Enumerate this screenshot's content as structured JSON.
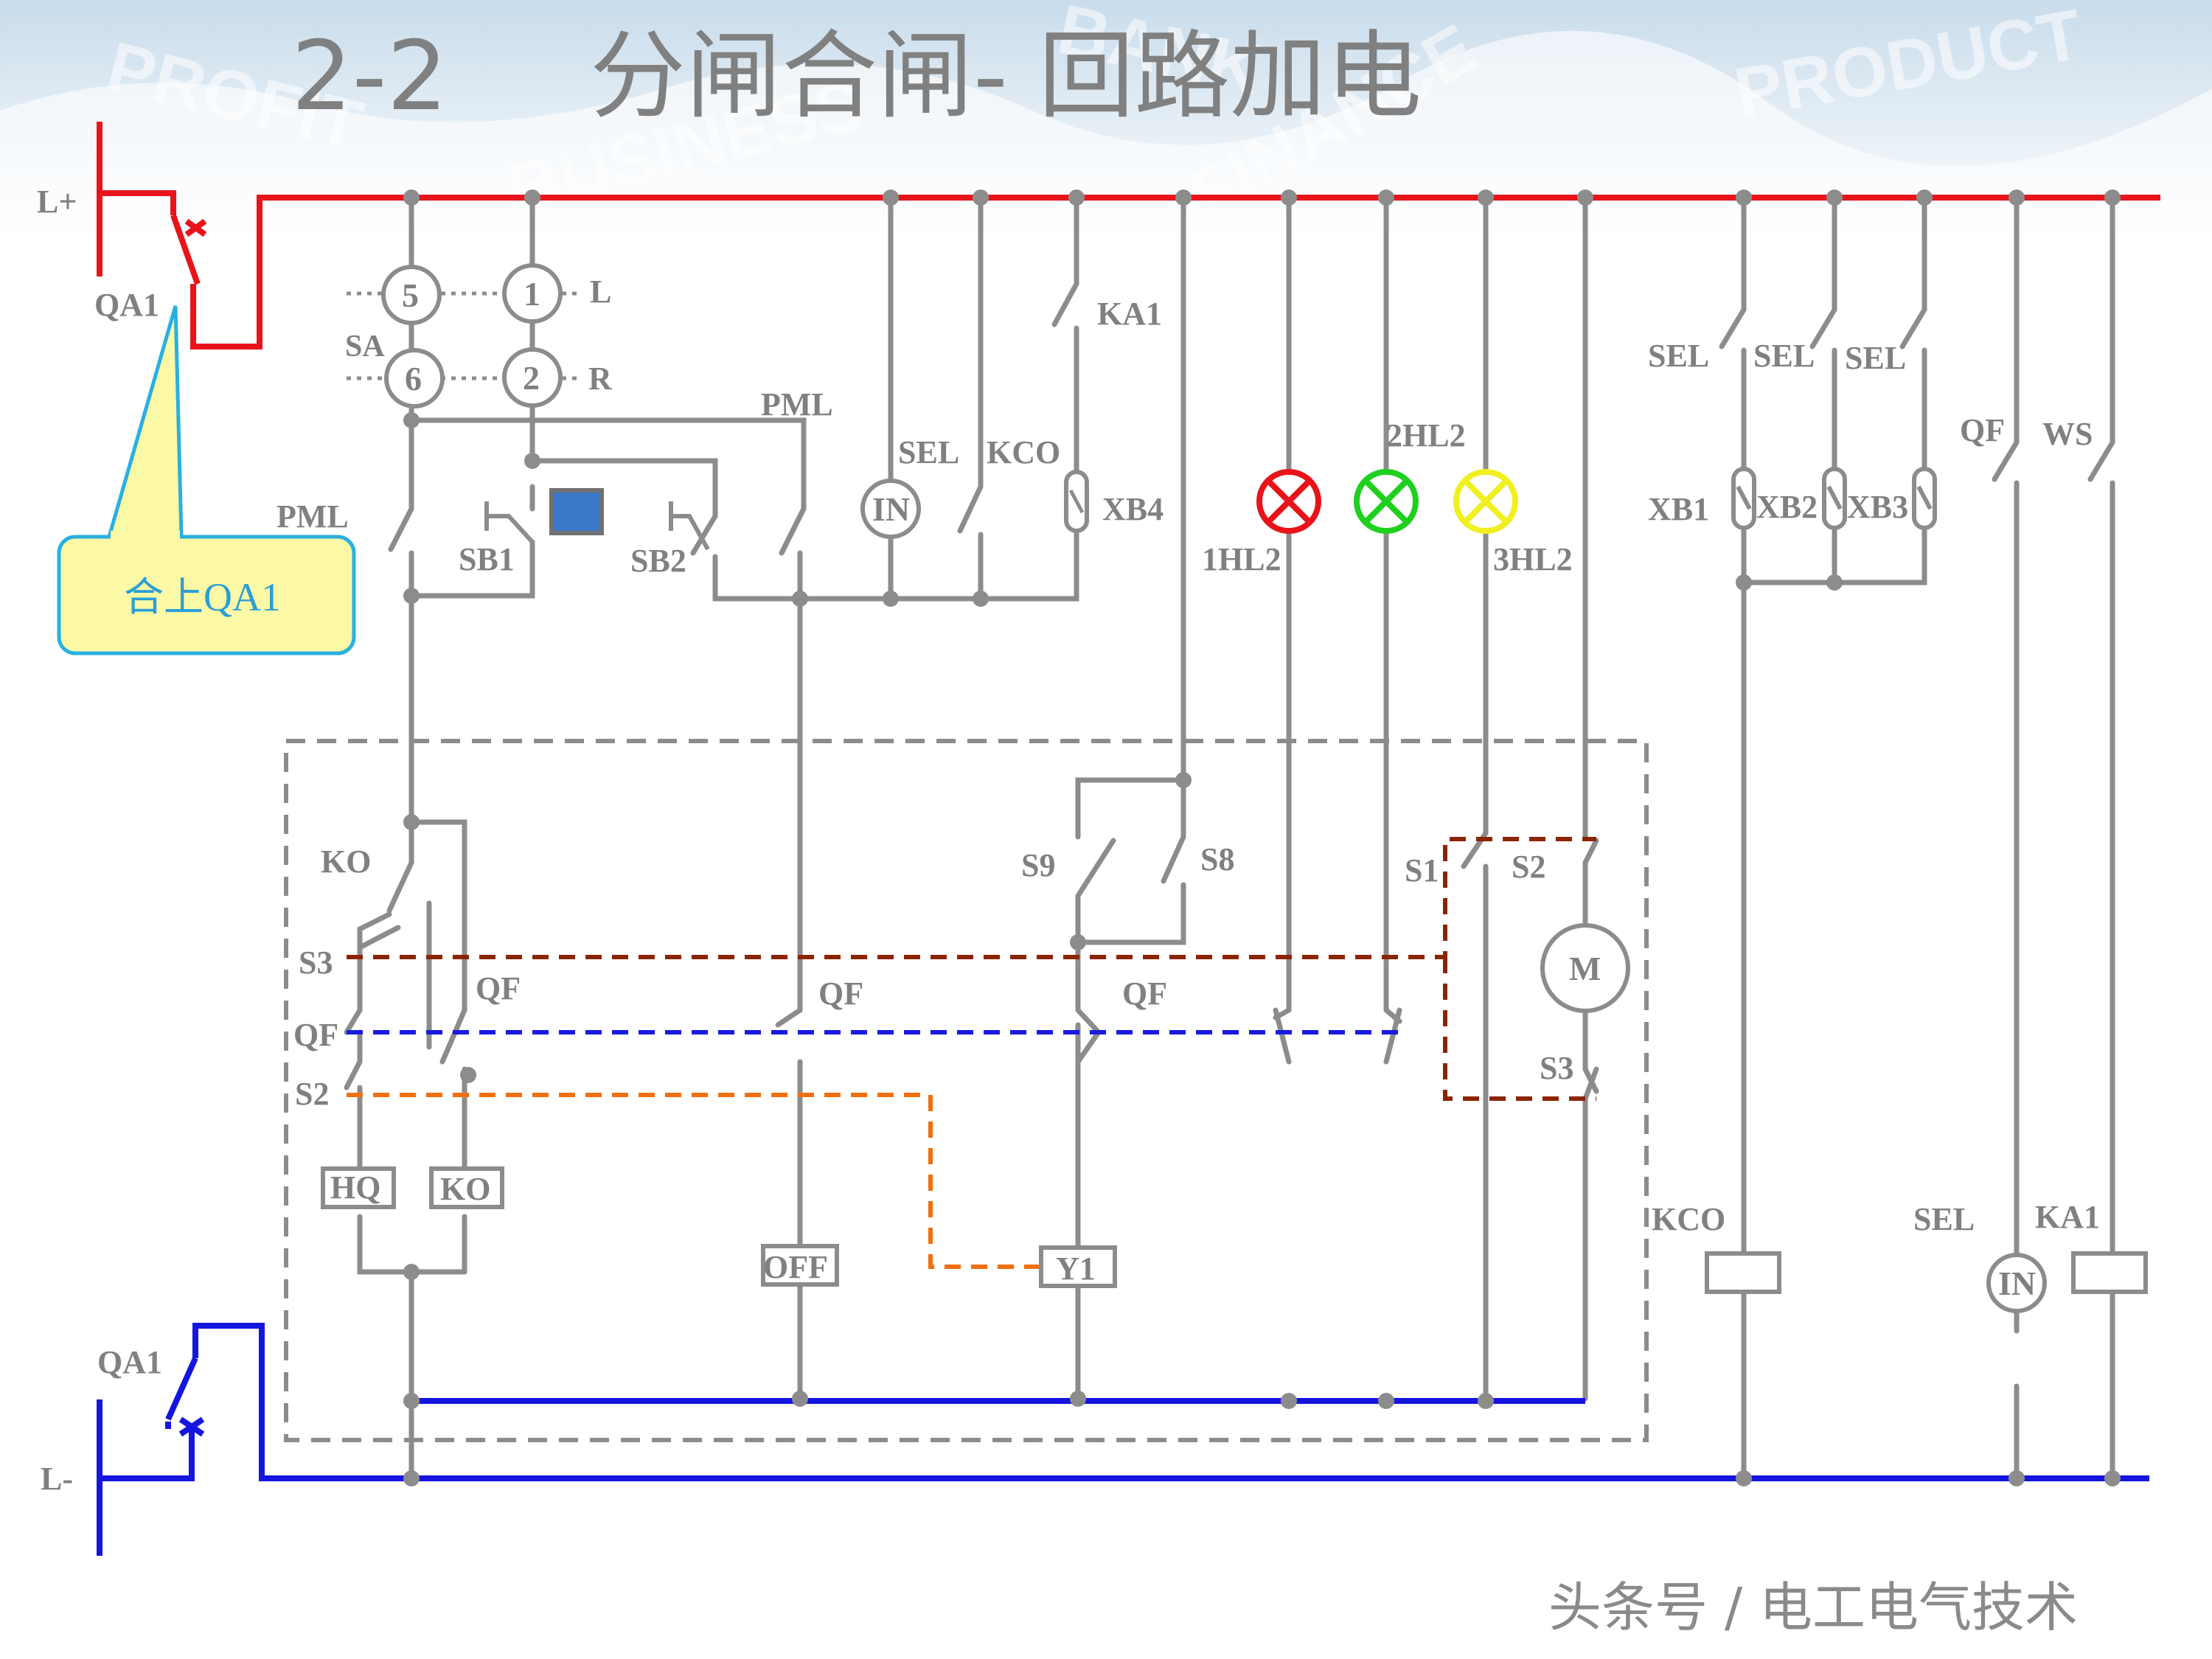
{
  "title": {
    "number": "2-2",
    "text": "分闸合闸- 回路加电"
  },
  "background_words": [
    "PROFIT",
    "BUSINESS",
    "BANK",
    "FINANCE",
    "PRODUCT"
  ],
  "rails": {
    "positive": "L+",
    "negative": "L-"
  },
  "callout": {
    "text": "合上QA1"
  },
  "watermark": "头条号 / 电工电气技术",
  "labels": {
    "qa1_top": "QA1",
    "qa1_bottom": "QA1",
    "sa": "SA",
    "sa_l": "L",
    "sa_r": "R",
    "sa_c1": "1",
    "sa_c2": "2",
    "sa_c5": "5",
    "sa_c6": "6",
    "pml_left": "PML",
    "pml_top": "PML",
    "sb1": "SB1",
    "sb2": "SB2",
    "in_meter": "IN",
    "sel_mid": "SEL",
    "kco_top": "KCO",
    "ka1_top": "KA1",
    "xb4": "XB4",
    "lamp1": "1HL2",
    "lamp2": "2HL2",
    "lamp3": "3HL2",
    "sel1": "SEL",
    "sel2": "SEL",
    "sel3": "SEL",
    "xb1": "XB1",
    "xb2": "XB2",
    "xb3": "XB3",
    "qf_right": "QF",
    "ws": "WS",
    "ko_contact": "KO",
    "s3_left": "S3",
    "qf_left_a": "QF",
    "qf_left_b": "QF",
    "s2_left": "S2",
    "hq": "HQ",
    "ko_coil": "KO",
    "qf_mid": "QF",
    "off": "OFF",
    "s9": "S9",
    "s8": "S8",
    "qf_y1": "QF",
    "y1": "Y1",
    "s1": "S1",
    "s2_right": "S2",
    "motor": "M",
    "s3_right": "S3",
    "kco_coil": "KCO",
    "sel_bottom": "SEL",
    "in_bottom": "IN",
    "ka1_coil": "KA1"
  },
  "colors": {
    "positive_rail": "#e8141a",
    "negative_rail": "#1515e0",
    "wire": "#8c8c8c",
    "lamp_red": "#e8141a",
    "lamp_green": "#1fd01f",
    "lamp_yellow": "#f0f020",
    "link_brown": "#8b2500",
    "link_blue": "#1a1ae0",
    "link_orange": "#f07010",
    "callout_fill": "#fbf8a6",
    "callout_border": "#2ab0e0",
    "button_blue": "#3a78c8"
  }
}
